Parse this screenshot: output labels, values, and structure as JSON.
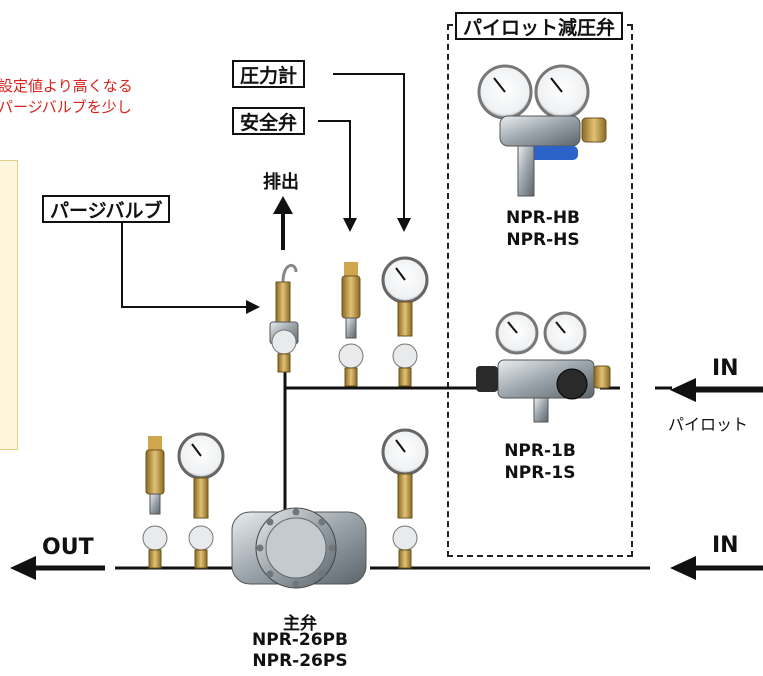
{
  "title_label": "パイロット減圧弁",
  "labels": {
    "pressure_gauge": "圧力計",
    "safety_valve": "安全弁",
    "purge_valve": "パージバルブ",
    "exhaust": "排出",
    "out": "OUT",
    "in_top": "IN",
    "in_bottom": "IN",
    "pilot": "パイロット"
  },
  "note_lines": [
    "設定値より高くなる",
    "パージバルブを少し"
  ],
  "products": {
    "npr_h": [
      "NPR-HB",
      "NPR-HS"
    ],
    "npr_1": [
      "NPR-1B",
      "NPR-1S"
    ],
    "main": [
      "主弁",
      "NPR-26PB",
      "NPR-26PS"
    ]
  },
  "colors": {
    "note": "#d9221c",
    "line": "#111111",
    "callout_bg": "#fdf6dc",
    "handle": "#2b63c9",
    "brass": "#c9a24a"
  }
}
